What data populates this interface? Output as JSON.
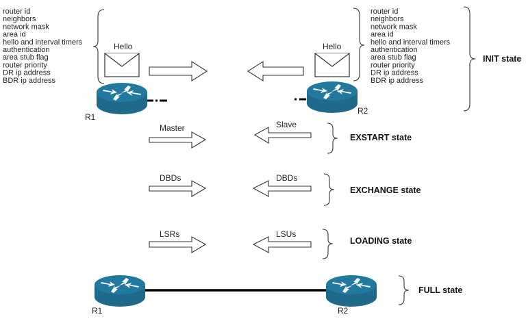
{
  "hello_fields": [
    "router id",
    "neighbors",
    "network mask",
    "area id",
    "hello and interval timers",
    "authentication",
    "area stub flag",
    "router priority",
    "DR ip address",
    "BDR ip address"
  ],
  "routers": {
    "r1_label": "R1",
    "r2_label": "R2",
    "color": "#1f6a8a"
  },
  "init": {
    "r1_message": "Hello",
    "r2_message": "Hello",
    "state": "INIT state"
  },
  "exstart": {
    "r1_message": "Master",
    "r2_message": "Slave",
    "state": "EXSTART state"
  },
  "exchange": {
    "r1_message": "DBDs",
    "r2_message": "DBDs",
    "state": "EXCHANGE state"
  },
  "loading": {
    "r1_message": "LSRs",
    "r2_message": "LSUs",
    "state": "LOADING state"
  },
  "full": {
    "r1_label": "R1",
    "r2_label": "R2",
    "state": "FULL state"
  }
}
